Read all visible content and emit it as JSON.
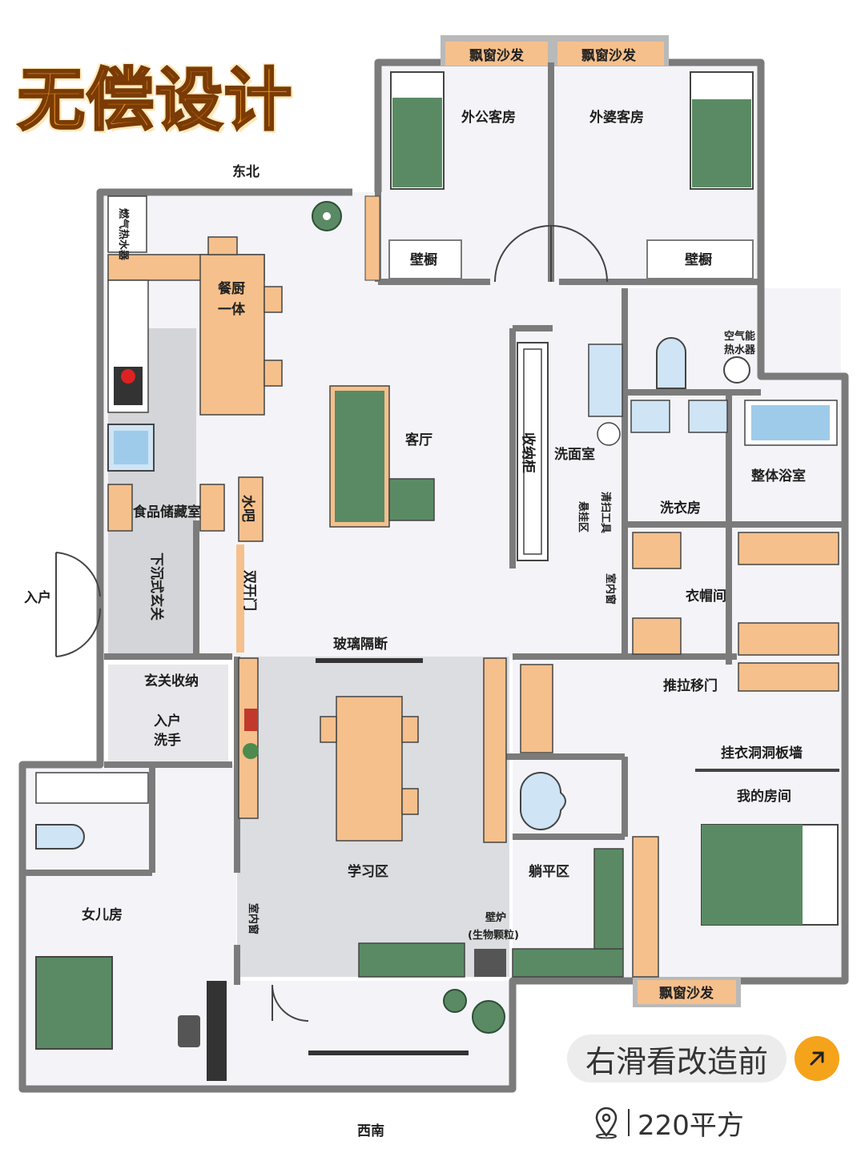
{
  "title": "无偿设计",
  "directions": {
    "north": "东北",
    "south": "西南"
  },
  "rooms": {
    "grandpa_guest": "外公客房",
    "grandma_guest": "外婆客房",
    "closet_left": "壁橱",
    "closet_right": "壁橱",
    "bay_sofa_left": "飘窗沙发",
    "bay_sofa_right": "飘窗沙发",
    "bay_sofa_bottom": "飘窗沙发",
    "gas_heater": "燃气热水器",
    "kitchen_dining": [
      "餐厨",
      "一体"
    ],
    "living_room": "客厅",
    "storage_cabinet": "收纳柜",
    "washroom": "洗面室",
    "cleaning_tools": [
      "清扫工具",
      "悬挂区"
    ],
    "air_heater": [
      "空气能",
      "热水器"
    ],
    "laundry": "洗衣房",
    "bathroom_unit": "整体浴室",
    "cloakroom": "衣帽间",
    "indoor_window_right": "室内窗",
    "sliding_door": "推拉移门",
    "pegboard_wall": "挂衣洞洞板墙",
    "my_room": "我的房间",
    "pantry": "食品储藏室",
    "water_bar": "水吧",
    "sunken_entry": "下沉式玄关",
    "double_door": "双开门",
    "entrance": "入户",
    "glass_partition": "玻璃隔断",
    "entry_storage": "玄关收纳",
    "entry_wash": [
      "入户",
      "洗手"
    ],
    "study_area": "学习区",
    "lounge_area": "躺平区",
    "fireplace": [
      "壁炉",
      "(生物颗粒)"
    ],
    "indoor_window_left": "室内窗",
    "daughter_room": "女儿房"
  },
  "swipe_hint": "右滑看改造前",
  "area": "220平方",
  "colors": {
    "wall": "#7b7b7b",
    "wood": "#f5c08c",
    "green": "#5a8a64",
    "floor": "#f4f4f8",
    "floor_grey": "#d9dadd",
    "tile": "#dfe8f6",
    "title_orange": "#f49a1f",
    "accent": "#f5a31a"
  }
}
